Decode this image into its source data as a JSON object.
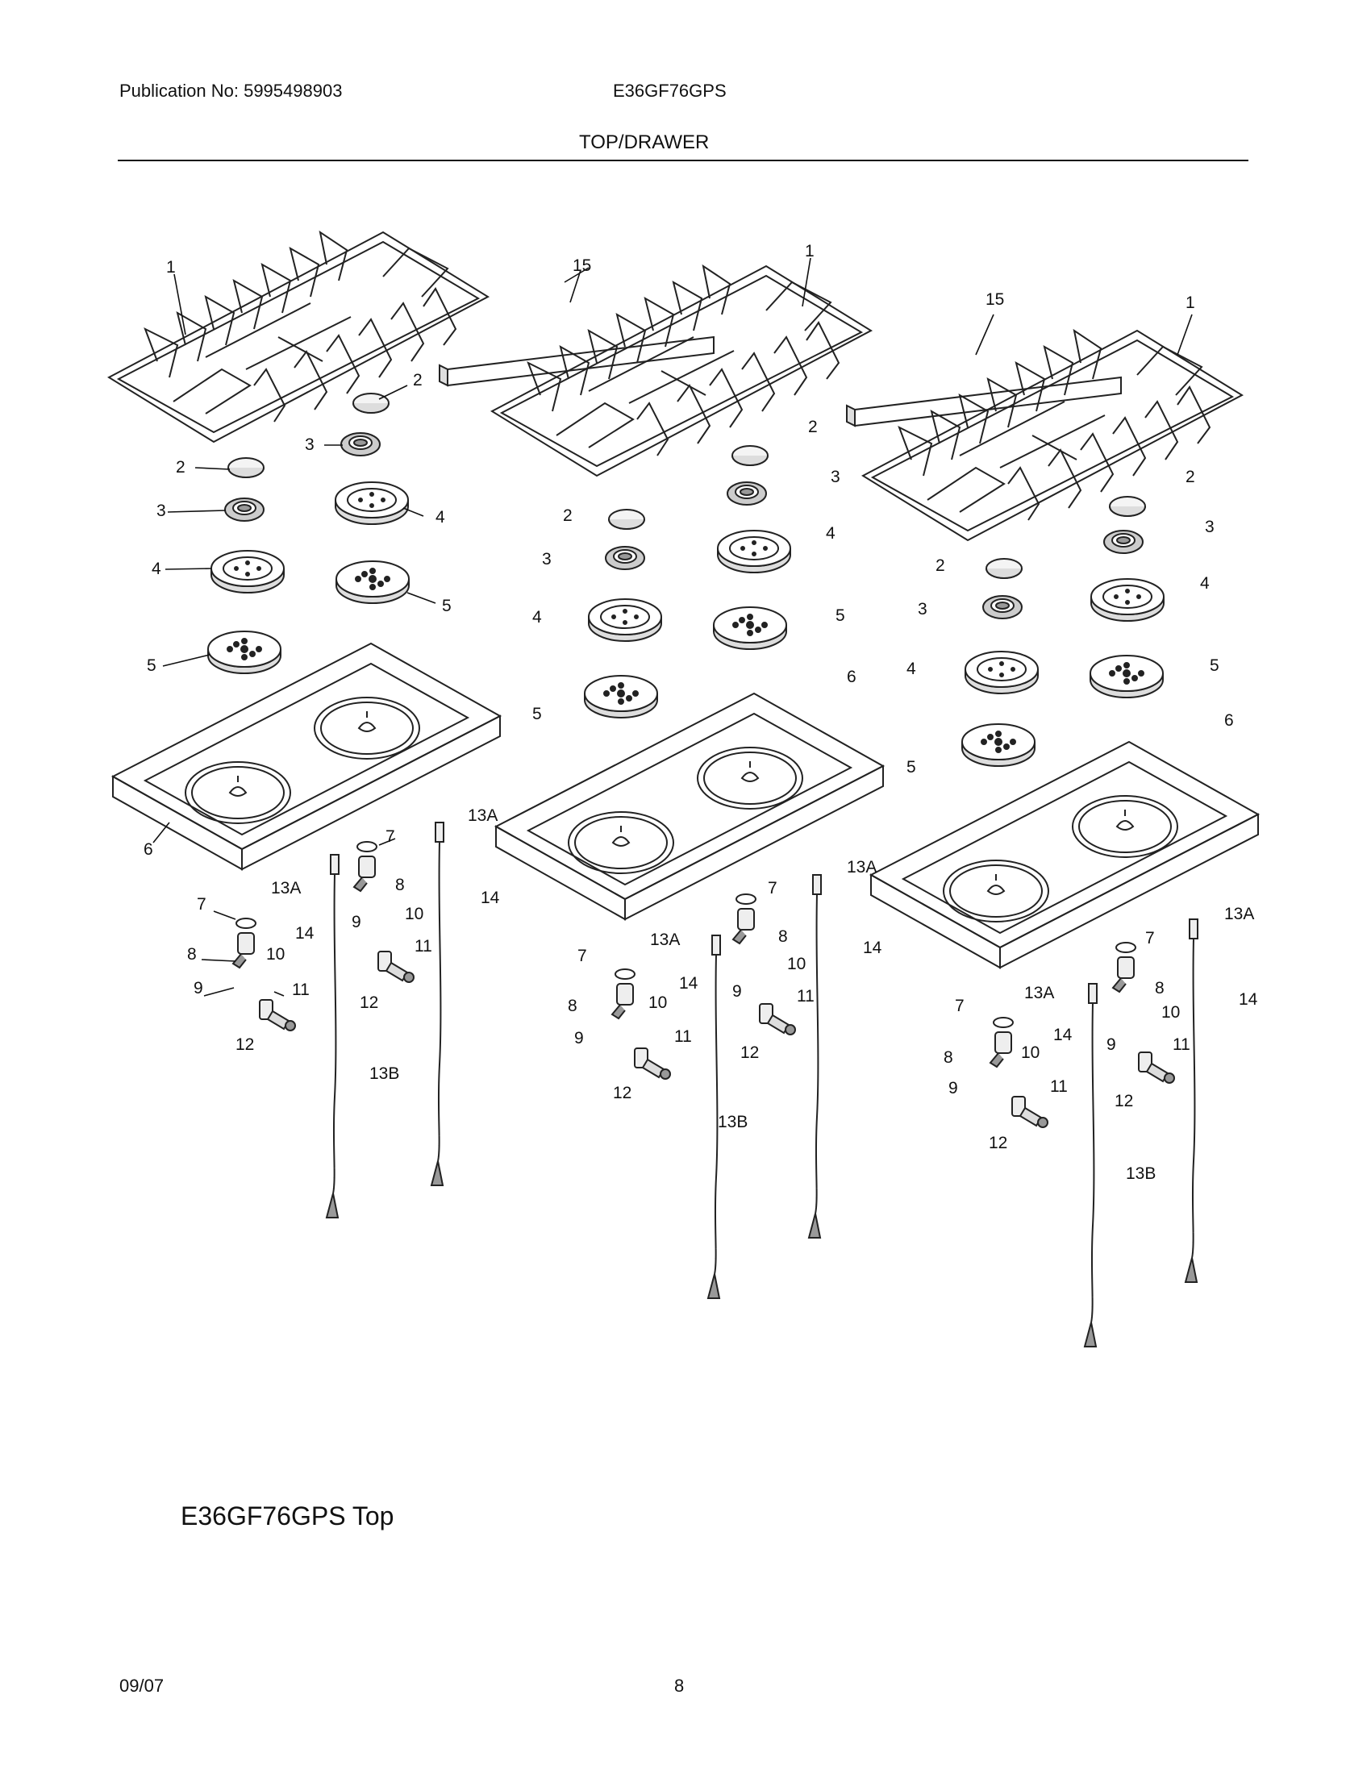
{
  "header": {
    "publication": "Publication No: 5995498903",
    "model": "E36GF76GPS",
    "section": "TOP/DRAWER"
  },
  "caption": "E36GF76GPS Top",
  "footer": {
    "date": "09/07",
    "page": "8"
  },
  "callout_labels": [
    "1",
    "2",
    "3",
    "4",
    "5",
    "6",
    "7",
    "8",
    "9",
    "10",
    "11",
    "12",
    "13A",
    "13B",
    "14",
    "15"
  ]
}
